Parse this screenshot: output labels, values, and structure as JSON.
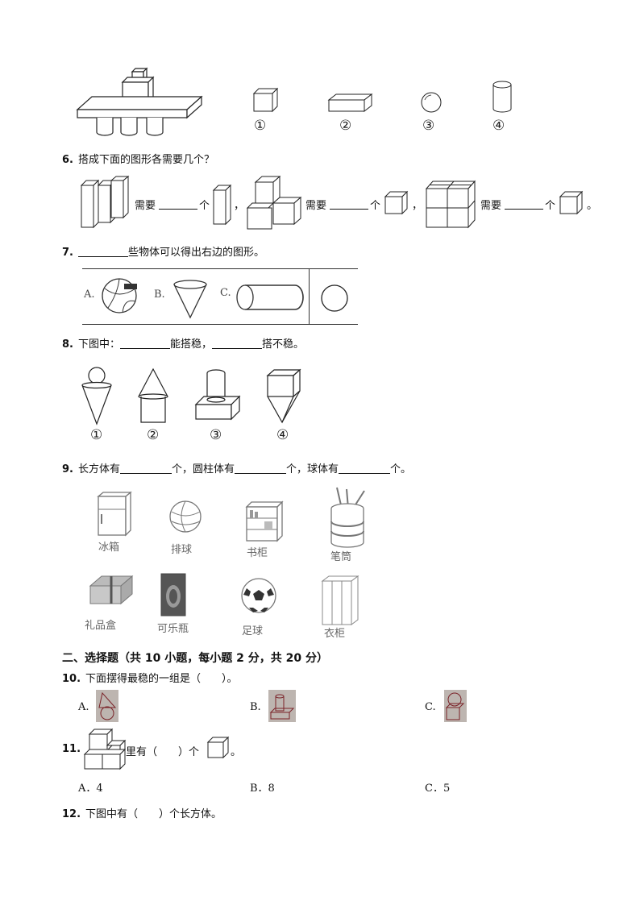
{
  "top_figure": {
    "options": [
      "①",
      "②",
      "③",
      "④"
    ]
  },
  "q6": {
    "number": "6.",
    "text": "搭成下面的图形各需要几个？",
    "need": "需要",
    "unit": "个",
    "comma": "，",
    "period": "。"
  },
  "q7": {
    "number": "7.",
    "text": "些物体可以得出右边的图形。",
    "option_a": "A.",
    "option_b": "B.",
    "option_c": "C."
  },
  "q8": {
    "number": "8.",
    "prefix": "下图中：",
    "mid": "能搭稳，",
    "suffix": "搭不稳。",
    "labels": [
      "①",
      "②",
      "③",
      "④"
    ]
  },
  "q9": {
    "number": "9.",
    "text_parts": [
      "长方体有",
      "个，圆柱体有",
      "个，球体有",
      "个。"
    ],
    "items": [
      "冰箱",
      "排球",
      "书柜",
      "笔筒",
      "礼品盒",
      "可乐瓶",
      "足球",
      "衣柜"
    ]
  },
  "section2": {
    "title": "二、选择题（共 10 小题，每小题 2 分，共 20 分）"
  },
  "q10": {
    "number": "10.",
    "text": "下面摆得最稳的一组是（　　）。",
    "options": [
      "A.",
      "B.",
      "C."
    ]
  },
  "q11": {
    "number": "11.",
    "text_mid": "里有（　　）个",
    "text_end": "。",
    "options": [
      "A．4",
      "B．8",
      "C．5"
    ]
  },
  "q12": {
    "number": "12.",
    "text": "下图中有（　　）个长方体。"
  }
}
